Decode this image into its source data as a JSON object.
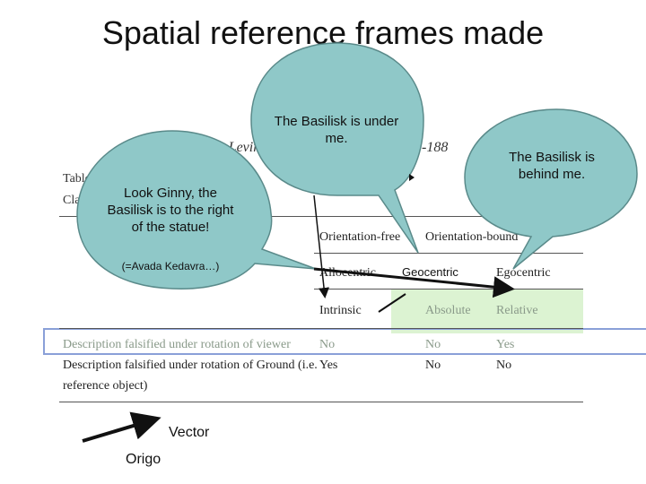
{
  "slide": {
    "title": "Spatial reference frames made"
  },
  "document": {
    "header_left": "S.C. Levin",
    "header_right": "-188",
    "table_label_line1": "Table 1",
    "table_label_line2": "Clas",
    "col_orientation_free": "Orientation-free",
    "col_orientation_bound": "Orientation-bound",
    "col_allocentric": "Allocentric",
    "col_egocentric": "Egocentric",
    "col_intrinsic": "Intrinsic",
    "col_absolute": "Absolute",
    "col_relative": "Relative",
    "rows": [
      {
        "desc": "Description falsified under rotation of viewer",
        "intrinsic": "No",
        "absolute": "No",
        "relative": "Yes"
      },
      {
        "desc": "Description falsified under rotation of Ground (i.e.",
        "intrinsic": "Yes",
        "absolute": "No",
        "relative": "No"
      }
    ],
    "row2_desc_cont": "reference object)"
  },
  "callouts": {
    "top": "The Basilisk is under me.",
    "right": "The Basilisk is behind me.",
    "left_main": "Look  Ginny, the Basilisk is to the right of the statue!",
    "left_sub": "(=Avada Kedavra…)"
  },
  "labels": {
    "geocentric": "Geocentric",
    "vector": "Vector",
    "origo": "Origo"
  },
  "colors": {
    "bubble_fill": "#8fc8c8",
    "bubble_stroke": "#5a8a8a",
    "highlight_green": "#dcf3d2",
    "highlight_blue_border": "#8aa0d8"
  }
}
